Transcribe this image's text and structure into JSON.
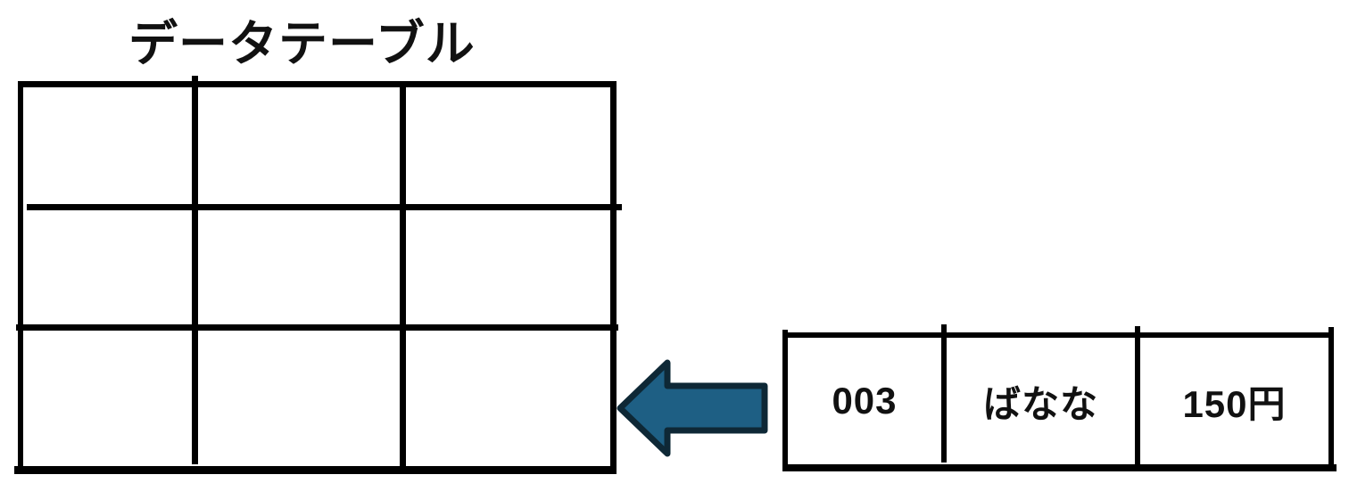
{
  "title": "データテーブル",
  "main_table": {
    "rows": 3,
    "cols": 3,
    "cells": [
      [
        "",
        "",
        ""
      ],
      [
        "",
        "",
        ""
      ],
      [
        "",
        "",
        ""
      ]
    ]
  },
  "arrow": {
    "icon": "left-arrow-icon",
    "direction": "left",
    "fill": "#1E5F84",
    "outline": "#0E2836"
  },
  "new_row": {
    "cells": [
      "003",
      "ばなな",
      "150円"
    ]
  },
  "colors": {
    "background": "#FFFFFF",
    "line": "#000000",
    "text": "#111111"
  }
}
